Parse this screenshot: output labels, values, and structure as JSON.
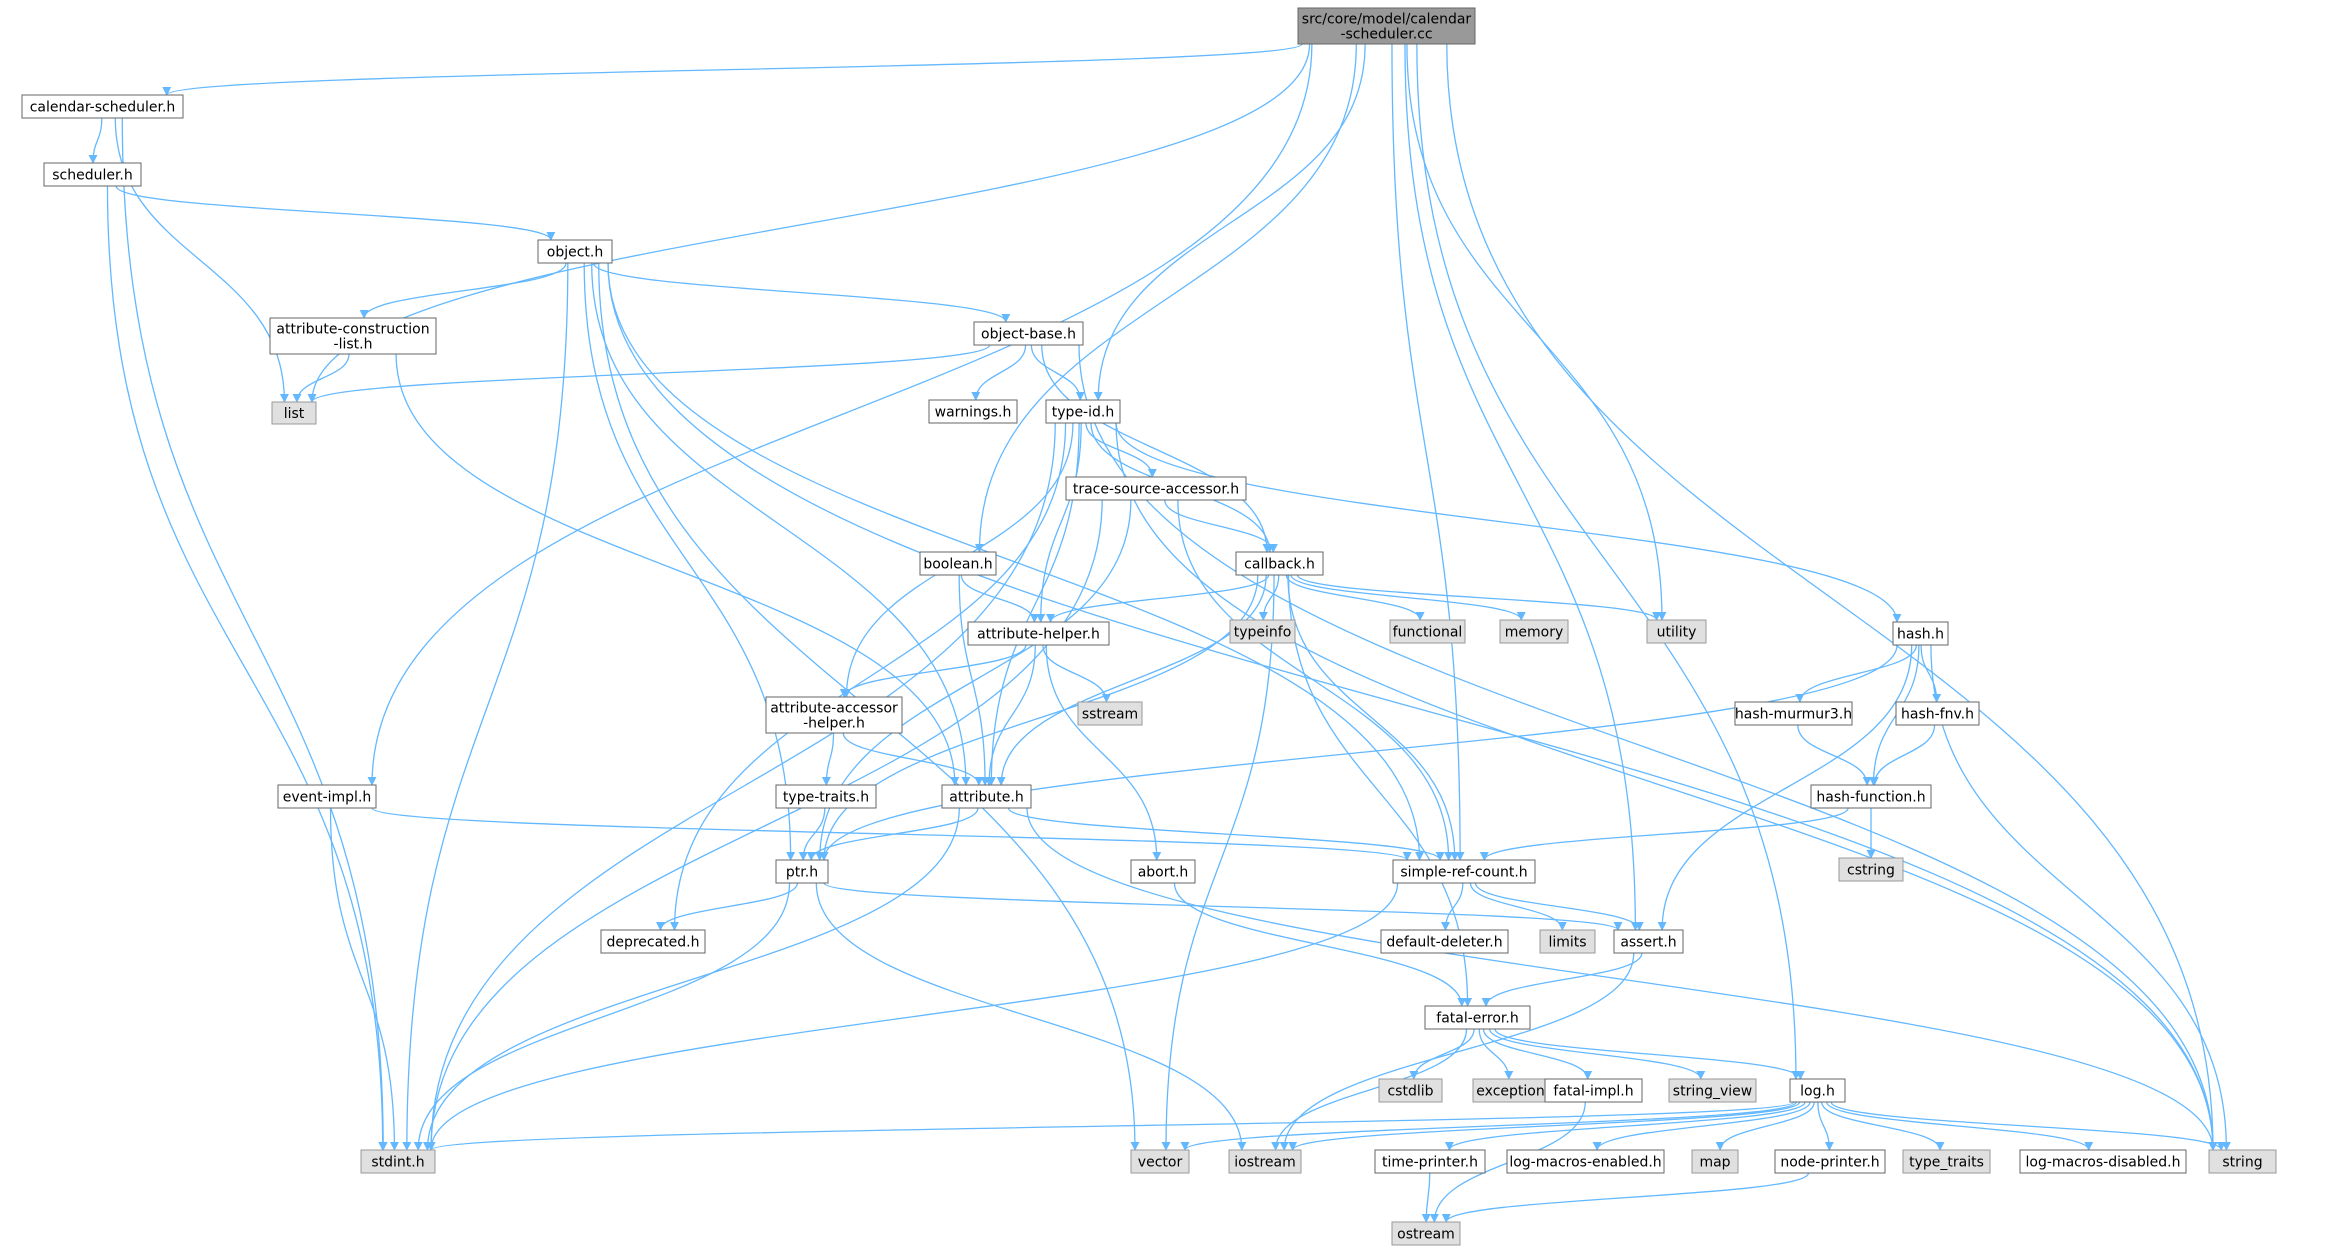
{
  "colors": {
    "edge": "#63b8ff",
    "node_border": "#666666",
    "node_fill": "#ffffff",
    "system_fill": "#e0e0e0",
    "system_border": "#999999",
    "root_fill": "#999999",
    "root_border": "#666666"
  },
  "nodes": [
    {
      "id": "root",
      "lines": [
        "src/core/model/calendar",
        "-scheduler.cc"
      ],
      "kind": "root"
    },
    {
      "id": "calendar-scheduler-h",
      "lines": [
        "calendar-scheduler.h"
      ],
      "kind": "file"
    },
    {
      "id": "scheduler-h",
      "lines": [
        "scheduler.h"
      ],
      "kind": "file"
    },
    {
      "id": "object-h",
      "lines": [
        "object.h"
      ],
      "kind": "file"
    },
    {
      "id": "attribute-construction-list-h",
      "lines": [
        "attribute-construction",
        "-list.h"
      ],
      "kind": "file"
    },
    {
      "id": "list",
      "lines": [
        "list"
      ],
      "kind": "system"
    },
    {
      "id": "object-base-h",
      "lines": [
        "object-base.h"
      ],
      "kind": "file"
    },
    {
      "id": "warnings-h",
      "lines": [
        "warnings.h"
      ],
      "kind": "file"
    },
    {
      "id": "type-id-h",
      "lines": [
        "type-id.h"
      ],
      "kind": "file"
    },
    {
      "id": "trace-source-accessor-h",
      "lines": [
        "trace-source-accessor.h"
      ],
      "kind": "file"
    },
    {
      "id": "boolean-h",
      "lines": [
        "boolean.h"
      ],
      "kind": "file"
    },
    {
      "id": "callback-h",
      "lines": [
        "callback.h"
      ],
      "kind": "file"
    },
    {
      "id": "typeinfo",
      "lines": [
        "typeinfo"
      ],
      "kind": "system"
    },
    {
      "id": "functional",
      "lines": [
        "functional"
      ],
      "kind": "system"
    },
    {
      "id": "memory",
      "lines": [
        "memory"
      ],
      "kind": "system"
    },
    {
      "id": "utility",
      "lines": [
        "utility"
      ],
      "kind": "system"
    },
    {
      "id": "hash-h",
      "lines": [
        "hash.h"
      ],
      "kind": "file"
    },
    {
      "id": "attribute-helper-h",
      "lines": [
        "attribute-helper.h"
      ],
      "kind": "file"
    },
    {
      "id": "sstream",
      "lines": [
        "sstream"
      ],
      "kind": "system"
    },
    {
      "id": "attribute-accessor-helper-h",
      "lines": [
        "attribute-accessor",
        "-helper.h"
      ],
      "kind": "file"
    },
    {
      "id": "hash-murmur3-h",
      "lines": [
        "hash-murmur3.h"
      ],
      "kind": "file"
    },
    {
      "id": "hash-fnv-h",
      "lines": [
        "hash-fnv.h"
      ],
      "kind": "file"
    },
    {
      "id": "event-impl-h",
      "lines": [
        "event-impl.h"
      ],
      "kind": "file"
    },
    {
      "id": "type-traits-h",
      "lines": [
        "type-traits.h"
      ],
      "kind": "file"
    },
    {
      "id": "attribute-h",
      "lines": [
        "attribute.h"
      ],
      "kind": "file"
    },
    {
      "id": "hash-function-h",
      "lines": [
        "hash-function.h"
      ],
      "kind": "file"
    },
    {
      "id": "cstring",
      "lines": [
        "cstring"
      ],
      "kind": "system"
    },
    {
      "id": "ptr-h",
      "lines": [
        "ptr.h"
      ],
      "kind": "file"
    },
    {
      "id": "abort-h",
      "lines": [
        "abort.h"
      ],
      "kind": "file"
    },
    {
      "id": "simple-ref-count-h",
      "lines": [
        "simple-ref-count.h"
      ],
      "kind": "file"
    },
    {
      "id": "deprecated-h",
      "lines": [
        "deprecated.h"
      ],
      "kind": "file"
    },
    {
      "id": "default-deleter-h",
      "lines": [
        "default-deleter.h"
      ],
      "kind": "file"
    },
    {
      "id": "limits",
      "lines": [
        "limits"
      ],
      "kind": "system"
    },
    {
      "id": "assert-h",
      "lines": [
        "assert.h"
      ],
      "kind": "file"
    },
    {
      "id": "fatal-error-h",
      "lines": [
        "fatal-error.h"
      ],
      "kind": "file"
    },
    {
      "id": "cstdlib",
      "lines": [
        "cstdlib"
      ],
      "kind": "system"
    },
    {
      "id": "exception",
      "lines": [
        "exception"
      ],
      "kind": "system"
    },
    {
      "id": "fatal-impl-h",
      "lines": [
        "fatal-impl.h"
      ],
      "kind": "file"
    },
    {
      "id": "string_view",
      "lines": [
        "string_view"
      ],
      "kind": "system"
    },
    {
      "id": "log-h",
      "lines": [
        "log.h"
      ],
      "kind": "file"
    },
    {
      "id": "stdint-h",
      "lines": [
        "stdint.h"
      ],
      "kind": "system"
    },
    {
      "id": "vector",
      "lines": [
        "vector"
      ],
      "kind": "system"
    },
    {
      "id": "iostream",
      "lines": [
        "iostream"
      ],
      "kind": "system"
    },
    {
      "id": "time-printer-h",
      "lines": [
        "time-printer.h"
      ],
      "kind": "file"
    },
    {
      "id": "log-macros-enabled-h",
      "lines": [
        "log-macros-enabled.h"
      ],
      "kind": "file"
    },
    {
      "id": "map",
      "lines": [
        "map"
      ],
      "kind": "system"
    },
    {
      "id": "node-printer-h",
      "lines": [
        "node-printer.h"
      ],
      "kind": "file"
    },
    {
      "id": "type_traits",
      "lines": [
        "type_traits"
      ],
      "kind": "system"
    },
    {
      "id": "log-macros-disabled-h",
      "lines": [
        "log-macros-disabled.h"
      ],
      "kind": "file"
    },
    {
      "id": "string",
      "lines": [
        "string"
      ],
      "kind": "system"
    },
    {
      "id": "ostream",
      "lines": [
        "ostream"
      ],
      "kind": "system"
    }
  ],
  "edges": [
    [
      "root",
      "calendar-scheduler-h"
    ],
    [
      "root",
      "list"
    ],
    [
      "root",
      "event-impl-h"
    ],
    [
      "root",
      "type-id-h"
    ],
    [
      "root",
      "boolean-h"
    ],
    [
      "root",
      "utility"
    ],
    [
      "root",
      "simple-ref-count-h"
    ],
    [
      "root",
      "assert-h"
    ],
    [
      "root",
      "log-h"
    ],
    [
      "root",
      "string"
    ],
    [
      "calendar-scheduler-h",
      "scheduler-h"
    ],
    [
      "calendar-scheduler-h",
      "list"
    ],
    [
      "calendar-scheduler-h",
      "stdint-h"
    ],
    [
      "scheduler-h",
      "object-h"
    ],
    [
      "scheduler-h",
      "stdint-h"
    ],
    [
      "object-h",
      "attribute-construction-list-h"
    ],
    [
      "object-h",
      "object-base-h"
    ],
    [
      "object-h",
      "ptr-h"
    ],
    [
      "object-h",
      "attribute-h"
    ],
    [
      "object-h",
      "simple-ref-count-h"
    ],
    [
      "object-h",
      "stdint-h"
    ],
    [
      "object-h",
      "vector"
    ],
    [
      "object-h",
      "string"
    ],
    [
      "attribute-construction-list-h",
      "list"
    ],
    [
      "attribute-construction-list-h",
      "attribute-h"
    ],
    [
      "object-base-h",
      "list"
    ],
    [
      "object-base-h",
      "warnings-h"
    ],
    [
      "object-base-h",
      "type-id-h"
    ],
    [
      "object-base-h",
      "callback-h"
    ],
    [
      "object-base-h",
      "string"
    ],
    [
      "type-id-h",
      "trace-source-accessor-h"
    ],
    [
      "type-id-h",
      "callback-h"
    ],
    [
      "type-id-h",
      "hash-h"
    ],
    [
      "type-id-h",
      "attribute-helper-h"
    ],
    [
      "type-id-h",
      "attribute-accessor-helper-h"
    ],
    [
      "type-id-h",
      "attribute-h"
    ],
    [
      "type-id-h",
      "deprecated-h"
    ],
    [
      "type-id-h",
      "stdint-h"
    ],
    [
      "type-id-h",
      "string"
    ],
    [
      "trace-source-accessor-h",
      "callback-h"
    ],
    [
      "trace-source-accessor-h",
      "ptr-h"
    ],
    [
      "trace-source-accessor-h",
      "simple-ref-count-h"
    ],
    [
      "trace-source-accessor-h",
      "stdint-h"
    ],
    [
      "boolean-h",
      "attribute-helper-h"
    ],
    [
      "boolean-h",
      "attribute-h"
    ],
    [
      "callback-h",
      "typeinfo"
    ],
    [
      "callback-h",
      "functional"
    ],
    [
      "callback-h",
      "memory"
    ],
    [
      "callback-h",
      "utility"
    ],
    [
      "callback-h",
      "attribute-helper-h"
    ],
    [
      "callback-h",
      "attribute-h"
    ],
    [
      "callback-h",
      "ptr-h"
    ],
    [
      "callback-h",
      "simple-ref-count-h"
    ],
    [
      "callback-h",
      "fatal-error-h"
    ],
    [
      "callback-h",
      "vector"
    ],
    [
      "hash-h",
      "hash-murmur3-h"
    ],
    [
      "hash-h",
      "hash-fnv-h"
    ],
    [
      "hash-h",
      "hash-function-h"
    ],
    [
      "hash-h",
      "ptr-h"
    ],
    [
      "hash-h",
      "assert-h"
    ],
    [
      "hash-h",
      "string"
    ],
    [
      "attribute-helper-h",
      "sstream"
    ],
    [
      "attribute-helper-h",
      "attribute-accessor-helper-h"
    ],
    [
      "attribute-helper-h",
      "attribute-h"
    ],
    [
      "attribute-helper-h",
      "abort-h"
    ],
    [
      "attribute-accessor-helper-h",
      "type-traits-h"
    ],
    [
      "attribute-accessor-helper-h",
      "attribute-h"
    ],
    [
      "hash-murmur3-h",
      "hash-function-h"
    ],
    [
      "hash-fnv-h",
      "hash-function-h"
    ],
    [
      "event-impl-h",
      "simple-ref-count-h"
    ],
    [
      "event-impl-h",
      "stdint-h"
    ],
    [
      "type-traits-h",
      "ptr-h"
    ],
    [
      "attribute-h",
      "ptr-h"
    ],
    [
      "attribute-h",
      "simple-ref-count-h"
    ],
    [
      "attribute-h",
      "stdint-h"
    ],
    [
      "attribute-h",
      "string"
    ],
    [
      "hash-function-h",
      "simple-ref-count-h"
    ],
    [
      "hash-function-h",
      "cstring"
    ],
    [
      "ptr-h",
      "deprecated-h"
    ],
    [
      "ptr-h",
      "assert-h"
    ],
    [
      "ptr-h",
      "iostream"
    ],
    [
      "ptr-h",
      "stdint-h"
    ],
    [
      "abort-h",
      "fatal-error-h"
    ],
    [
      "simple-ref-count-h",
      "default-deleter-h"
    ],
    [
      "simple-ref-count-h",
      "limits"
    ],
    [
      "simple-ref-count-h",
      "assert-h"
    ],
    [
      "simple-ref-count-h",
      "stdint-h"
    ],
    [
      "assert-h",
      "fatal-error-h"
    ],
    [
      "assert-h",
      "iostream"
    ],
    [
      "fatal-error-h",
      "cstdlib"
    ],
    [
      "fatal-error-h",
      "exception"
    ],
    [
      "fatal-error-h",
      "fatal-impl-h"
    ],
    [
      "fatal-error-h",
      "string_view"
    ],
    [
      "fatal-error-h",
      "log-h"
    ],
    [
      "fatal-error-h",
      "iostream"
    ],
    [
      "fatal-impl-h",
      "ostream"
    ],
    [
      "log-h",
      "stdint-h"
    ],
    [
      "log-h",
      "vector"
    ],
    [
      "log-h",
      "iostream"
    ],
    [
      "log-h",
      "time-printer-h"
    ],
    [
      "log-h",
      "log-macros-enabled-h"
    ],
    [
      "log-h",
      "map"
    ],
    [
      "log-h",
      "node-printer-h"
    ],
    [
      "log-h",
      "type_traits"
    ],
    [
      "log-h",
      "log-macros-disabled-h"
    ],
    [
      "log-h",
      "string"
    ],
    [
      "time-printer-h",
      "ostream"
    ],
    [
      "node-printer-h",
      "ostream"
    ]
  ]
}
